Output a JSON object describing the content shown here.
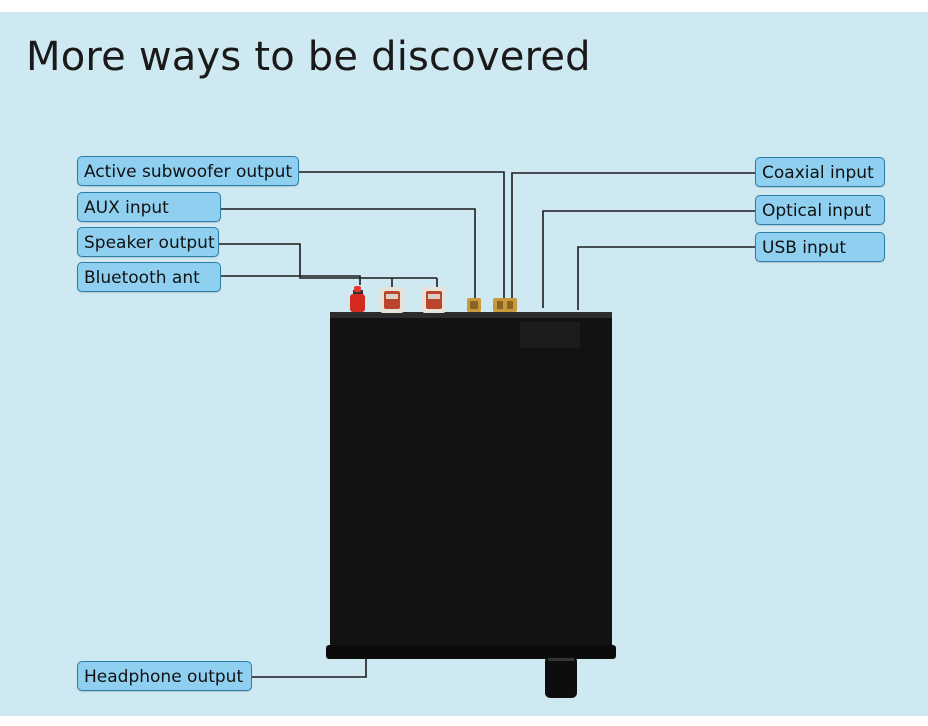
{
  "title": "More ways to be discovered",
  "labels": {
    "active_subwoofer_output": "Active subwoofer output",
    "aux_input": "AUX input",
    "speaker_output": "Speaker output",
    "bluetooth_ant": "Bluetooth ant",
    "coaxial_input": "Coaxial input",
    "optical_input": "Optical input",
    "usb_input": "USB input",
    "headphone_output": "Headphone output"
  },
  "colors": {
    "background": "#cfe9f3",
    "label_fill": "#8fd0f1",
    "label_border": "#2b7fa8",
    "device": "#121212"
  }
}
